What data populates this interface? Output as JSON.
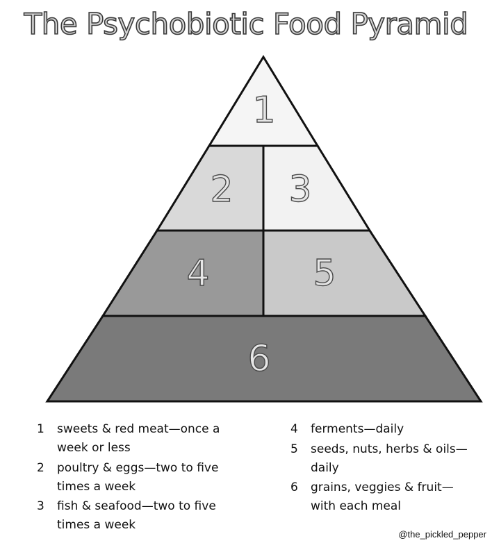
{
  "title": "The Psychobiotic Food Pyramid",
  "pyramid": {
    "tiers": [
      {
        "number": "1",
        "fill": "#f5f5f5"
      },
      {
        "number": "2",
        "fill": "#d9d9d9"
      },
      {
        "number": "3",
        "fill": "#f2f2f2"
      },
      {
        "number": "4",
        "fill": "#999999"
      },
      {
        "number": "5",
        "fill": "#c9c9c9"
      },
      {
        "number": "6",
        "fill": "#7a7a7a"
      }
    ],
    "outline_color": "#111111"
  },
  "legend": {
    "items": [
      {
        "number": "1",
        "line1": "sweets & red meat—once a",
        "line2": "week or less"
      },
      {
        "number": "2",
        "line1": "poultry & eggs—two to five",
        "line2": "times a week"
      },
      {
        "number": "3",
        "line1": "fish & seafood—two to five",
        "line2": "times a week"
      },
      {
        "number": "4",
        "line1": "ferments—daily",
        "line2": ""
      },
      {
        "number": "5",
        "line1": "seeds, nuts, herbs & oils—",
        "line2": "daily"
      },
      {
        "number": "6",
        "line1": "grains, veggies & fruit—",
        "line2": "with each meal"
      }
    ]
  },
  "credit": "@the_pickled_pepper"
}
